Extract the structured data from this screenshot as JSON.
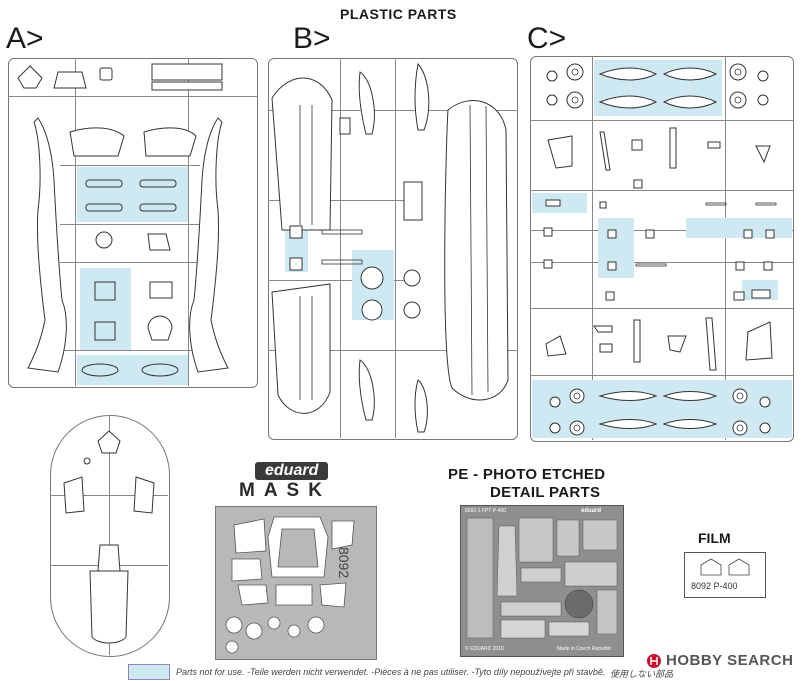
{
  "header": {
    "title": "PLASTIC PARTS"
  },
  "sprues": [
    {
      "label": "A>"
    },
    {
      "label": "B>"
    },
    {
      "label": "C>"
    }
  ],
  "mask": {
    "brand": "eduard",
    "word": "MASK",
    "code": "8092"
  },
  "pe": {
    "title_line1": "PE - PHOTO ETCHED",
    "title_line2": "DETAIL  PARTS",
    "fret_code": "8092-1 FPT   P-400",
    "fret_brand": "eduard",
    "fret_copyright": "© EDUARD 2019",
    "fret_made_in": "Made in Czech Republic"
  },
  "film": {
    "title": "FILM",
    "code": "8092  P-400"
  },
  "legend": {
    "text": "Parts not for use. -Teile werden nicht verwendet. -Pièces à ne pas utiliser. -Tyto díly nepoužívejte při stavbě.",
    "japanese": "使用しない部品",
    "watermark": "HOBBY SEARCH"
  },
  "colors": {
    "unused_parts": "#cfe9f2",
    "outline": "#333333",
    "sprue_frame": "#777777",
    "watermark_red": "#c8102e"
  }
}
